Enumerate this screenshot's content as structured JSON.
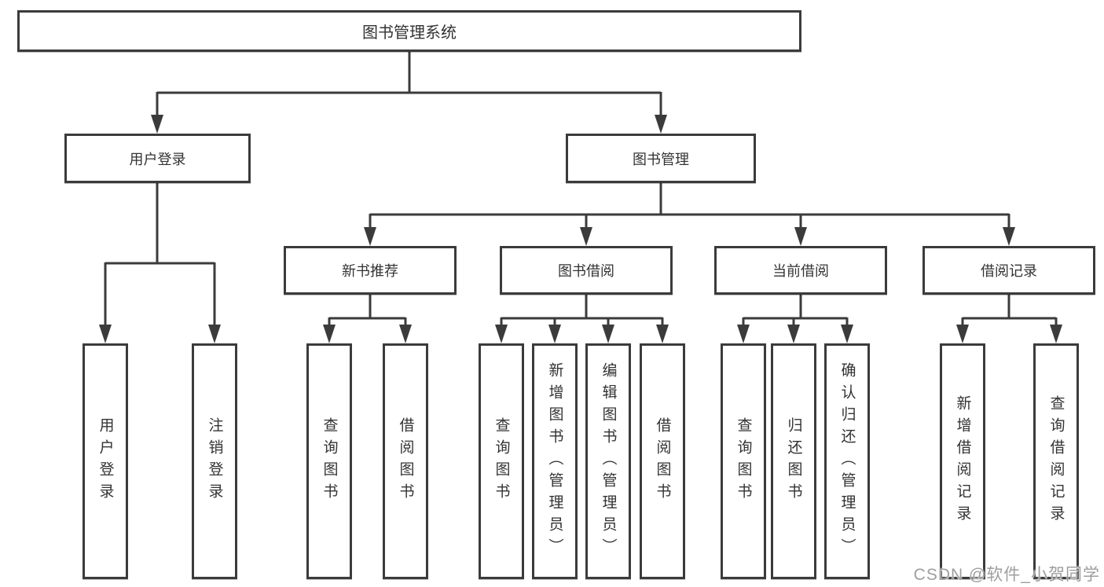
{
  "diagram": {
    "title": "图书管理系统",
    "type": "function-structure-tree",
    "nodes": {
      "root": "图书管理系统",
      "user_login": "用户登录",
      "book_management": "图书管理",
      "new_book_recommend": "新书推荐",
      "book_borrowing": "图书借阅",
      "current_borrowing": "当前借阅",
      "borrowing_records": "借阅记录",
      "leaf_user_login": "用户登录",
      "leaf_logout": "注销登录",
      "leaf_query_books_r": "查询图书",
      "leaf_borrow_books_r": "借阅图书",
      "leaf_query_books_b": "查询图书",
      "leaf_add_books_admin": "新增图书（管理员）",
      "leaf_edit_books_admin": "编辑图书（管理员）",
      "leaf_borrow_books_b": "借阅图书",
      "leaf_query_books_c": "查询图书",
      "leaf_return_books": "归还图书",
      "leaf_confirm_return_admin": "确认归还（管理员）",
      "leaf_add_borrow_record": "新增借阅记录",
      "leaf_query_borrow_record": "查询借阅记录"
    },
    "edges": [
      [
        "图书管理系统",
        "用户登录"
      ],
      [
        "图书管理系统",
        "图书管理"
      ],
      [
        "用户登录",
        "用户登录"
      ],
      [
        "用户登录",
        "注销登录"
      ],
      [
        "图书管理",
        "新书推荐"
      ],
      [
        "图书管理",
        "图书借阅"
      ],
      [
        "图书管理",
        "当前借阅"
      ],
      [
        "图书管理",
        "借阅记录"
      ],
      [
        "新书推荐",
        "查询图书"
      ],
      [
        "新书推荐",
        "借阅图书"
      ],
      [
        "图书借阅",
        "查询图书"
      ],
      [
        "图书借阅",
        "新增图书（管理员）"
      ],
      [
        "图书借阅",
        "编辑图书（管理员）"
      ],
      [
        "图书借阅",
        "借阅图书"
      ],
      [
        "当前借阅",
        "查询图书"
      ],
      [
        "当前借阅",
        "归还图书"
      ],
      [
        "当前借阅",
        "确认归还（管理员）"
      ],
      [
        "借阅记录",
        "新增借阅记录"
      ],
      [
        "借阅记录",
        "查询借阅记录"
      ]
    ]
  },
  "watermark": {
    "text": "CSDN @软件_小贺同学",
    "color": "#9e9e9e"
  },
  "colors": {
    "line": "#3b3b3b",
    "box_border": "#3b3b3b",
    "box_bg": "#ffffff",
    "text": "#333333"
  }
}
